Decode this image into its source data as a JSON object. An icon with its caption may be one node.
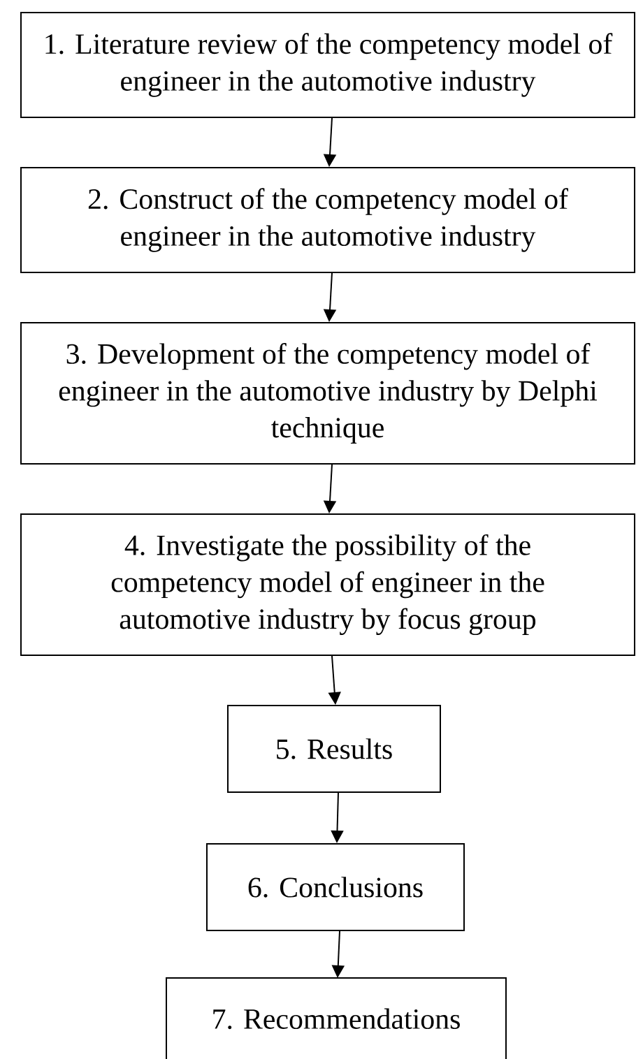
{
  "diagram": {
    "nodes": [
      {
        "text": [
          "1. Literature review of the competency model of engineer in the automotive industry"
        ]
      },
      {
        "text": [
          "2. Construct of the competency model of engineer in the automotive industry"
        ]
      },
      {
        "text": [
          "3. Development of the competency model of engineer in the automotive industry by Delphi technique"
        ]
      },
      {
        "text": [
          "4. Investigate the possibility of the competency model of engineer in the automotive industry by focus group"
        ]
      },
      {
        "text": [
          "5. Results"
        ]
      },
      {
        "text": [
          "6. Conclusions"
        ]
      },
      {
        "text": [
          "7. Recommendations"
        ]
      }
    ],
    "edges": [
      {
        "from": 0,
        "to": 1,
        "arrow": "to"
      },
      {
        "from": 1,
        "to": 2,
        "arrow": "to"
      },
      {
        "from": 2,
        "to": 3,
        "arrow": "to"
      },
      {
        "from": 3,
        "to": 4,
        "arrow": "to"
      },
      {
        "from": 4,
        "to": 5,
        "arrow": "to"
      },
      {
        "from": 5,
        "to": 6,
        "arrow": "to"
      }
    ]
  }
}
